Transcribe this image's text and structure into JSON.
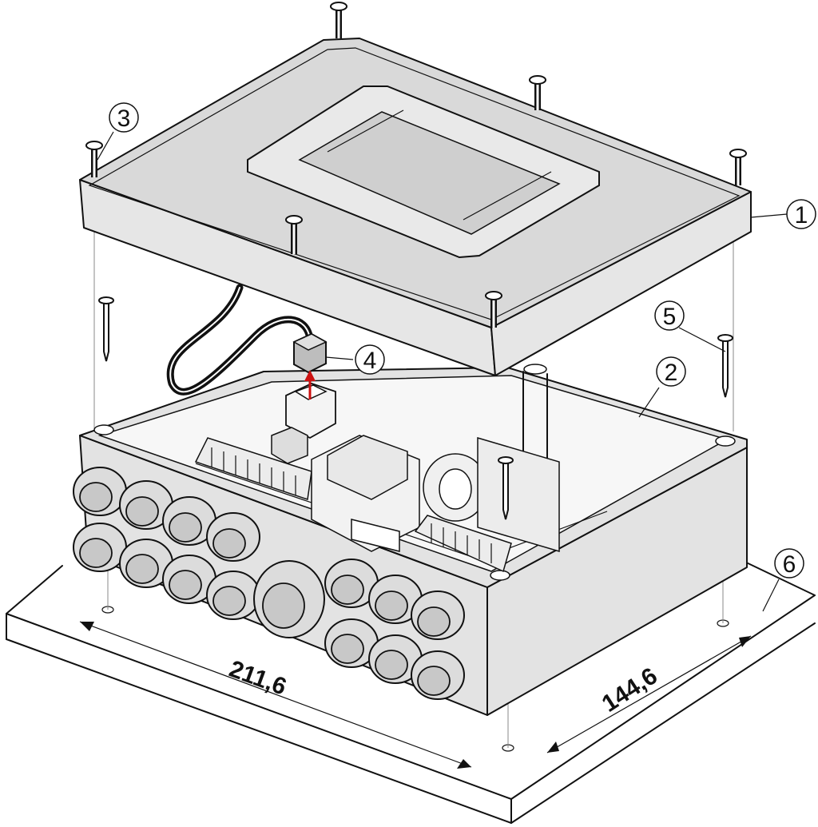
{
  "callouts": [
    {
      "id": "1",
      "label": "1"
    },
    {
      "id": "2",
      "label": "2"
    },
    {
      "id": "3",
      "label": "3"
    },
    {
      "id": "4",
      "label": "4"
    },
    {
      "id": "5",
      "label": "5"
    },
    {
      "id": "6",
      "label": "6"
    }
  ],
  "dimensions": {
    "width": "211,6",
    "depth": "144,6"
  },
  "colors": {
    "line": "#111111",
    "housing": "#e3e3e3",
    "lid": "#d9d9d9",
    "arrow": "#cc1111"
  }
}
